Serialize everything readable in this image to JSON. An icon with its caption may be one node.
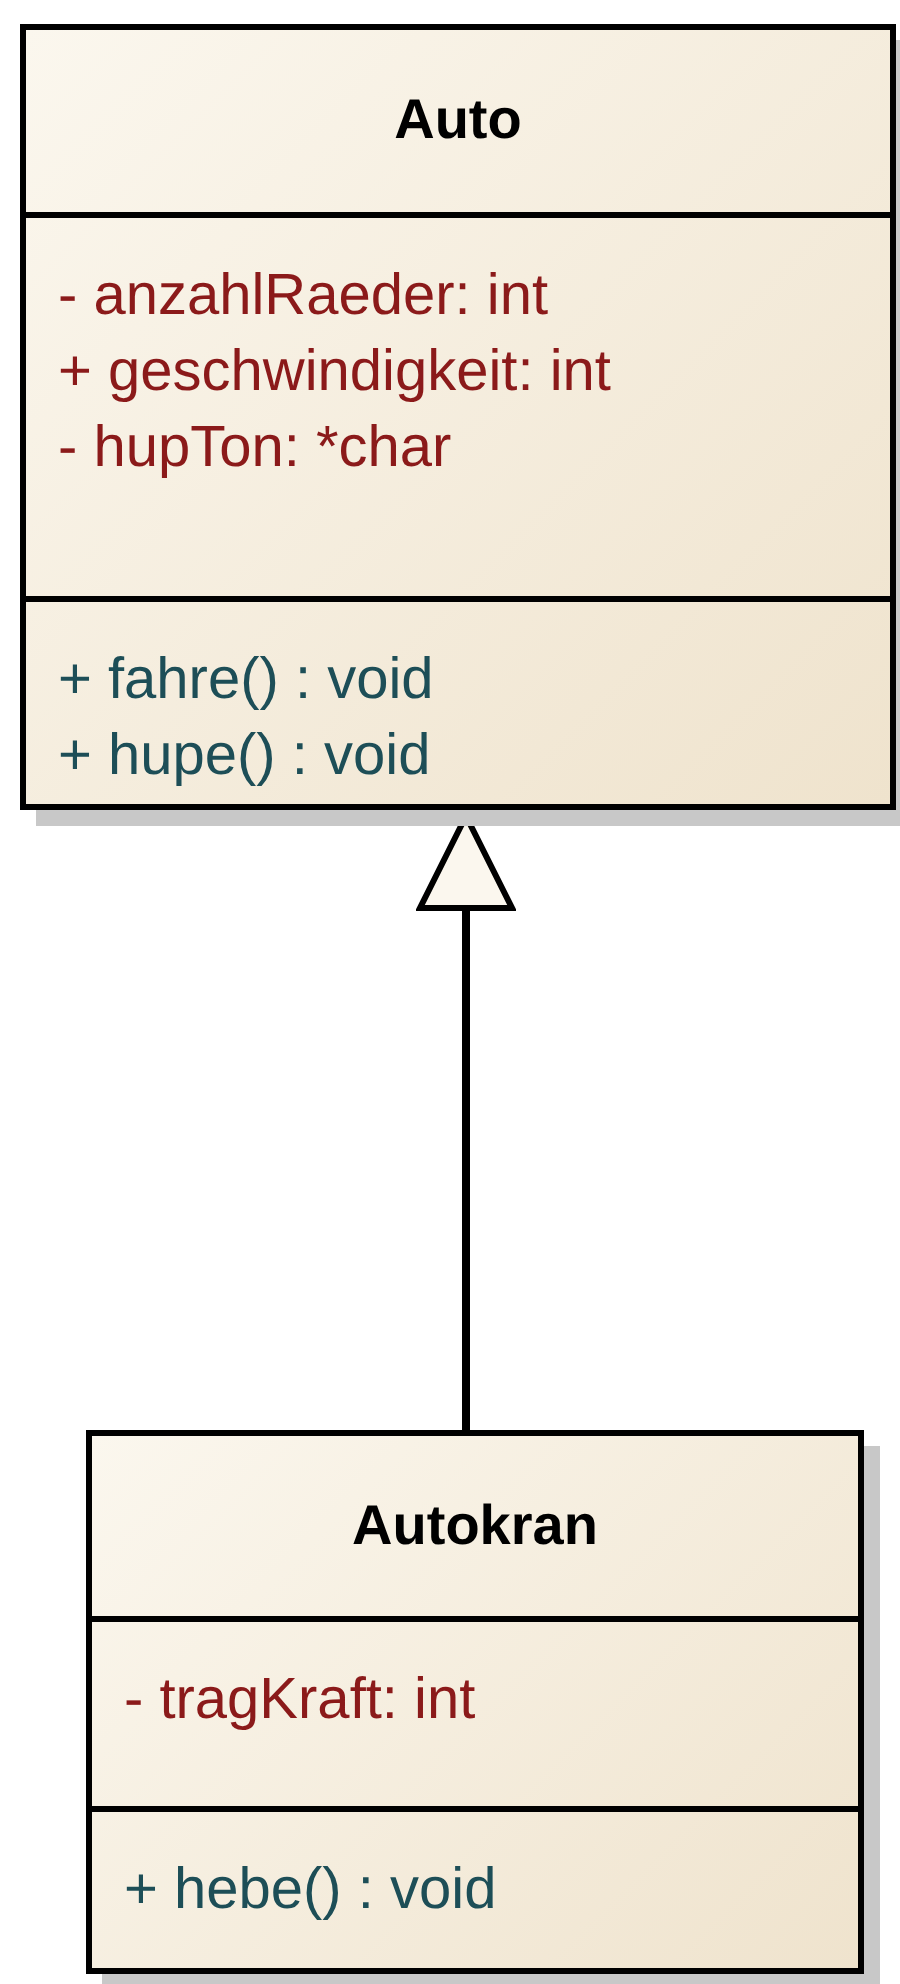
{
  "diagram": {
    "nodes": [
      {
        "text": [
          "Auto"
        ]
      },
      {
        "text": [
          "- anzahlRaeder: int",
          "+ geschwindigkeit: int",
          "- hupTon: *char"
        ],
        "in": 0
      },
      {
        "text": [
          "+ fahre() : void",
          "+ hupe() : void"
        ],
        "in": 0
      },
      {
        "text": [
          "Autokran"
        ]
      },
      {
        "text": [
          "- tragKraft: int"
        ],
        "in": 3
      },
      {
        "text": [
          "+ hebe() : void"
        ],
        "in": 3
      }
    ],
    "edges": [
      {
        "from": 3,
        "to": 0,
        "arrow": "to"
      }
    ]
  }
}
